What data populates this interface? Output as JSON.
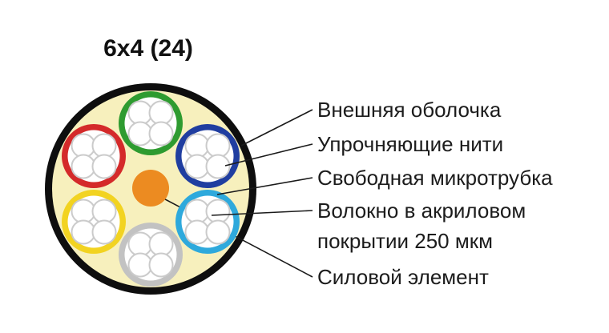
{
  "title": "6x4 (24)",
  "labels": {
    "outer_sheath": "Внешняя оболочка",
    "strength_yarns": "Упрочняющие нити",
    "loose_tube": "Свободная микротрубка",
    "fiber": "Волокно в акриловом покрытии 250 мкм",
    "strength_member": "Силовой элемент"
  },
  "colors": {
    "outer_sheath": "#0e0e0e",
    "filler": "#f7f0bd",
    "tube_green": "#2e9b30",
    "tube_blue": "#203ea0",
    "tube_red": "#d42a2a",
    "tube_cyan": "#2ea9dc",
    "tube_yellow": "#f2d321",
    "tube_gray": "#c2c2c2",
    "fiber_fill": "#ffffff",
    "fiber_stroke": "#cbcbcb",
    "strength_member": "#ec8b21",
    "leader_line": "#1a1a1a"
  }
}
